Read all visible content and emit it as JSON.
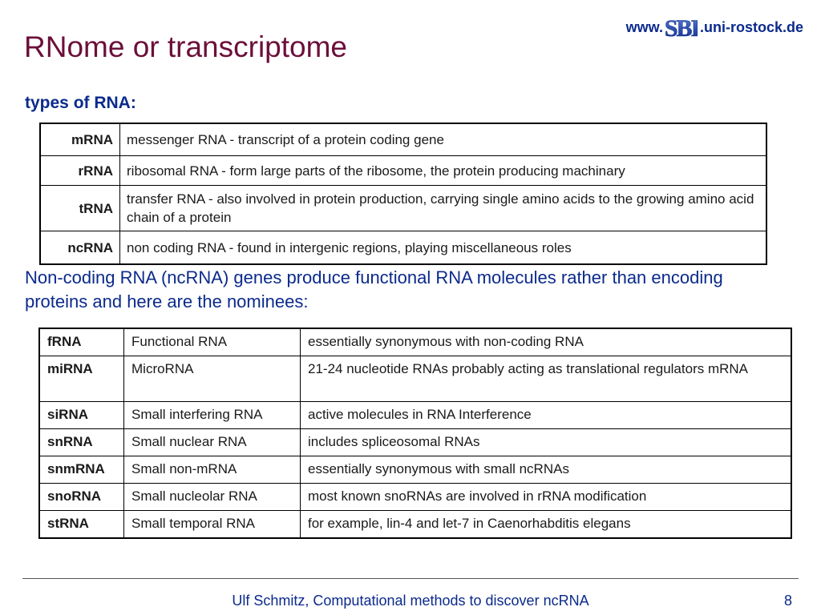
{
  "slide": {
    "title": "RNome or transcriptome",
    "brand": {
      "prefix": "www.",
      "logo_text": "SBI",
      "suffix": ".uni-rostock.de"
    },
    "subheading": "types of RNA:",
    "rna_types": [
      {
        "abbr": "mRNA",
        "description": "messenger RNA - transcript of a protein coding gene"
      },
      {
        "abbr": "rRNA",
        "description": "ribosomal RNA - form large parts of the ribosome, the protein producing machinary"
      },
      {
        "abbr": "tRNA",
        "description": "transfer RNA - also involved in protein production, carrying single amino acids to the growing amino acid chain of a protein"
      },
      {
        "abbr": "ncRNA",
        "description": "non coding RNA - found in intergenic regions, playing miscellaneous roles"
      }
    ],
    "paragraph": "Non-coding RNA (ncRNA) genes produce functional RNA molecules rather than encoding proteins and here are the nominees:",
    "ncrna_types": [
      {
        "abbr": "fRNA",
        "name": "Functional RNA",
        "description": "essentially synonymous with non-coding RNA"
      },
      {
        "abbr": "miRNA",
        "name": "MicroRNA",
        "description": "21-24 nucleotide RNAs probably acting as translational regulators mRNA"
      },
      {
        "abbr": "siRNA",
        "name": "Small interfering RNA",
        "description": "active molecules in RNA Interference"
      },
      {
        "abbr": "snRNA",
        "name": "Small nuclear RNA",
        "description": "includes spliceosomal RNAs"
      },
      {
        "abbr": "snmRNA",
        "name": "Small non-mRNA",
        "description": "essentially synonymous with small ncRNAs"
      },
      {
        "abbr": "snoRNA",
        "name": "Small nucleolar RNA",
        "description": "most known snoRNAs are involved in rRNA modification"
      },
      {
        "abbr": "stRNA",
        "name": "Small temporal RNA",
        "description": "for example, lin-4 and let-7 in Caenorhabditis elegans"
      }
    ],
    "footer": "Ulf Schmitz, Computational methods to discover ncRNA",
    "page_number": "8"
  }
}
